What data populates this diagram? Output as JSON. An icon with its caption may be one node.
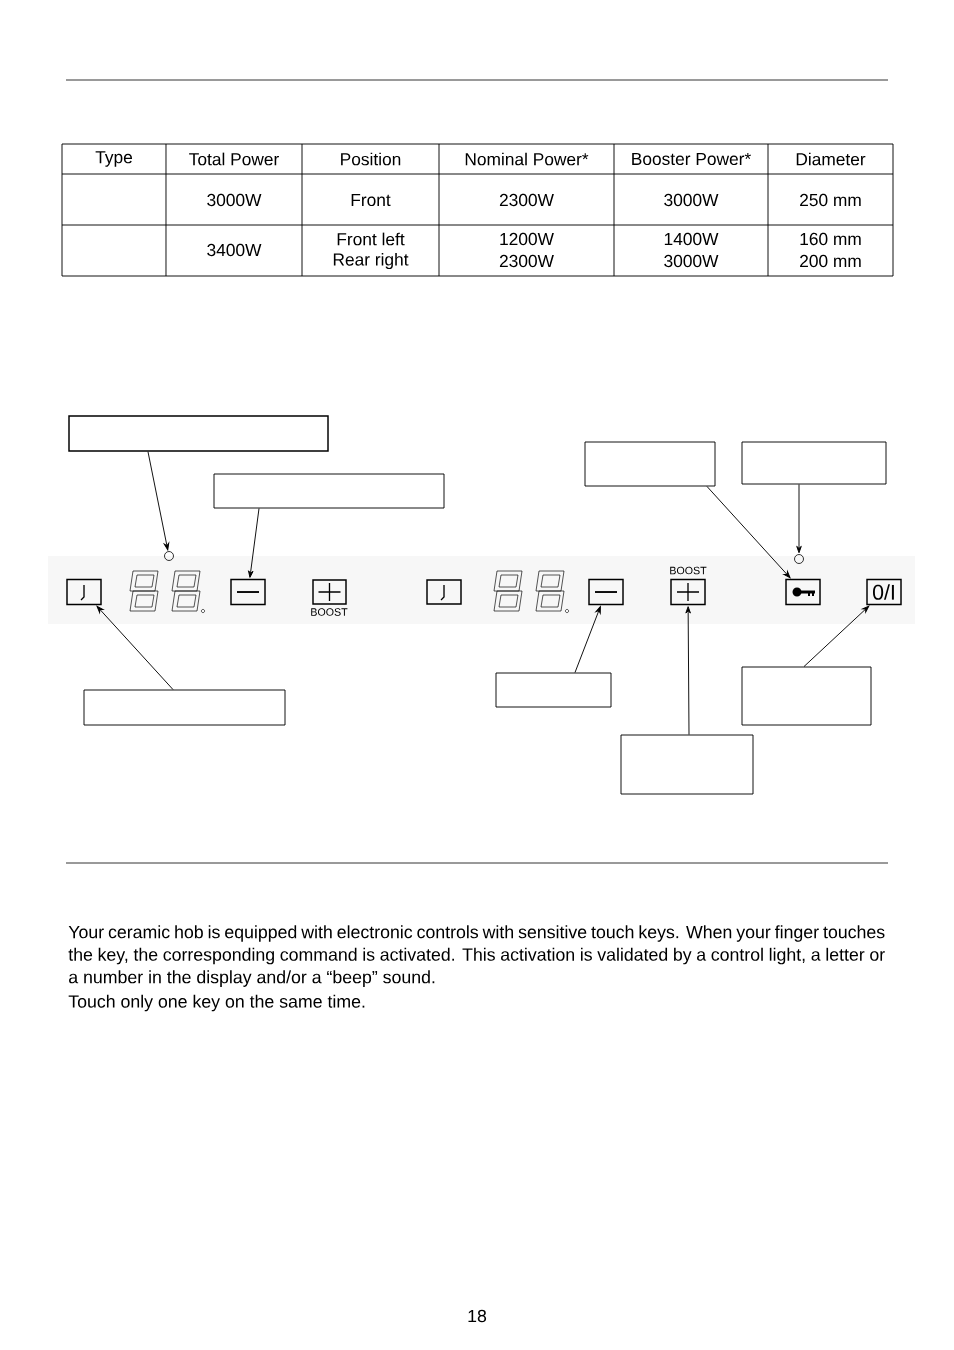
{
  "diagram": {
    "nodes": [
      {
        "text": [],
        "shape": "box"
      },
      {
        "text": [],
        "shape": "box"
      },
      {
        "text": [],
        "shape": "box"
      },
      {
        "text": [],
        "shape": "box"
      },
      {
        "text": [],
        "shape": "circle"
      },
      {
        "text": [],
        "shape": "circle"
      },
      {
        "text": [],
        "shape": "box"
      },
      {
        "text": [],
        "shape": "box"
      },
      {
        "text": [],
        "shape": "box"
      },
      {
        "text": [
          "BOOST"
        ]
      },
      {
        "text": [],
        "shape": "box"
      },
      {
        "text": [
          "0/I"
        ]
      },
      {
        "text": [],
        "shape": "box"
      },
      {
        "text": [],
        "shape": "box"
      },
      {
        "text": [],
        "shape": "box"
      },
      {
        "text": [],
        "shape": "box"
      }
    ],
    "edges": [
      {
        "from": 0,
        "to": 4,
        "arrow": "to"
      },
      {
        "from": 1,
        "to": 7,
        "arrow": "to"
      },
      {
        "from": 12,
        "to": 6,
        "arrow": "to"
      },
      {
        "from": 13,
        "to": 8,
        "arrow": "to"
      },
      {
        "from": 15,
        "to": 9,
        "arrow": "to"
      },
      {
        "from": 2,
        "to": 10,
        "arrow": "to"
      },
      {
        "from": 3,
        "to": 5,
        "arrow": "to"
      },
      {
        "from": 14,
        "to": 11,
        "arrow": "to"
      }
    ],
    "labels": [
      "Type",
      "Total Power",
      "Position",
      "Nominal Power*",
      "Booster Power*",
      "Diameter",
      "3000W",
      "Front",
      "2300W",
      "3000W",
      "250 mm",
      "3400W",
      "Front left",
      "Rear right",
      "1200W",
      "2300W",
      "1400W",
      "3000W",
      "160 mm",
      "200 mm",
      "BOOST",
      "Your ceramic hob is equipped with electronic controls with sensitive touch keys. When your finger touches the key, the corresponding command is activated. This activation is validated by a control light, a letter or a number in the display and/or a “beep” sound.",
      "Touch only one key on the same time.",
      "18"
    ]
  }
}
